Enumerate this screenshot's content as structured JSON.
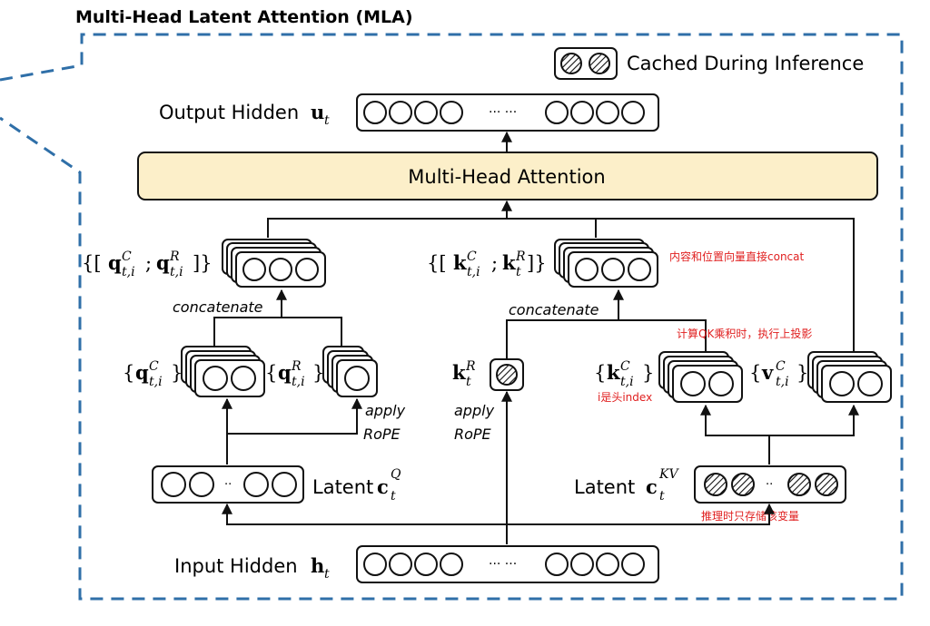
{
  "title": "Multi-Head Latent Attention (MLA)",
  "legend": {
    "label": "Cached During Inference"
  },
  "output": {
    "label": "Output Hidden",
    "symbol": "u",
    "sub": "t",
    "dots": "··· ···"
  },
  "attention": {
    "label": "Multi-Head Attention"
  },
  "q_concat": {
    "open": "{[",
    "sym1": "q",
    "sup1": "C",
    "sub1": "t,i",
    "sep": ";",
    "sym2": "q",
    "sup2": "R",
    "sub2": "t,i",
    "close": "]}"
  },
  "k_concat": {
    "open": "{[",
    "sym1": "k",
    "sup1": "C",
    "sub1": "t,i",
    "sep": ";",
    "sym2": "k",
    "sup2": "R",
    "sub2": "t",
    "close": "]}"
  },
  "concatenate_label": "concatenate",
  "qc": {
    "open": "{",
    "sym": "q",
    "sup": "C",
    "sub": "t,i",
    "close": "}"
  },
  "qr": {
    "open": "{",
    "sym": "q",
    "sup": "R",
    "sub": "t,i",
    "close": "}"
  },
  "kr": {
    "sym": "k",
    "sup": "R",
    "sub": "t"
  },
  "kc": {
    "open": "{",
    "sym": "k",
    "sup": "C",
    "sub": "t,i",
    "close": "}"
  },
  "vc": {
    "open": "{",
    "sym": "v",
    "sup": "C",
    "sub": "t,i",
    "close": "}"
  },
  "apply_rope": {
    "line1": "apply",
    "line2": "RoPE"
  },
  "latent_q": {
    "label": "Latent",
    "sym": "c",
    "sup": "Q",
    "sub": "t",
    "dots": "··"
  },
  "latent_kv": {
    "label": "Latent",
    "sym": "c",
    "sup": "KV",
    "sub": "t",
    "dots": "··"
  },
  "input": {
    "label": "Input Hidden",
    "symbol": "h",
    "sub": "t",
    "dots": "··· ···"
  },
  "notes": {
    "concat": "内容和位置向量直接concat",
    "qk": "计算QK乘积时，执行上投影",
    "head_index": "i是头index",
    "cache": "推理时只存储该变量"
  },
  "colors": {
    "attention_fill": "#fcefc9",
    "dashed_border": "#2f6fa8",
    "note": "#e02020"
  }
}
